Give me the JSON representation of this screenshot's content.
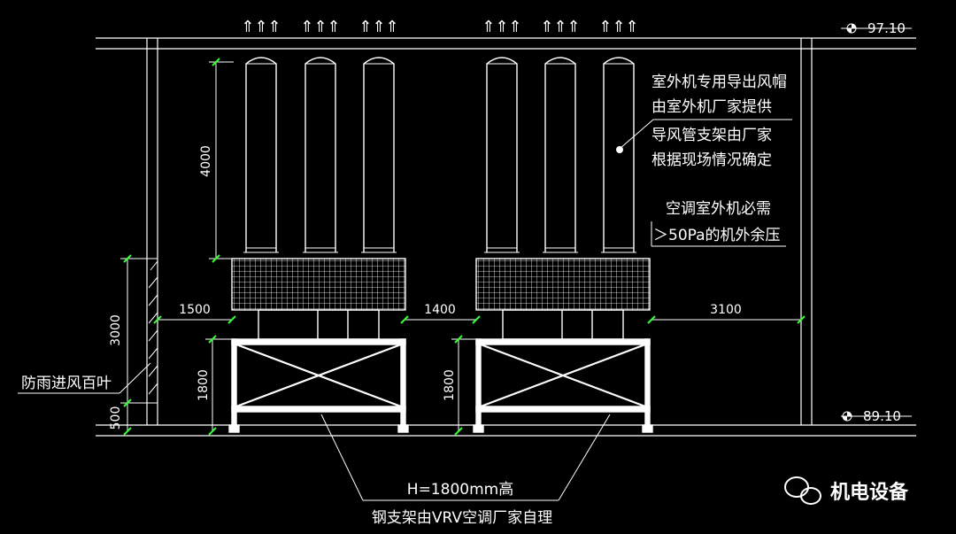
{
  "levels": {
    "top": "97.10",
    "bottom": "89.10"
  },
  "dimensions": {
    "duct_height": "4000",
    "left_clearance": "1500",
    "middle_gap": "1400",
    "right_clearance": "3100",
    "louver_height": "3000",
    "base_height": "500",
    "stand_height_left": "1800",
    "stand_height_right": "1800"
  },
  "notes": {
    "hood_line1": "室外机专用导出风帽",
    "hood_line2": "由室外机厂家提供",
    "support_line1": "导风管支架由厂家",
    "support_line2": "根据现场情况确定",
    "pressure_line1": "空调室外机必需",
    "pressure_line2": "＞50Pa的机外余压",
    "louver": "防雨进风百叶",
    "stand_line1": "H=1800mm高",
    "stand_line2": "钢支架由VRV空调厂家自理"
  },
  "airflow_symbol": "⇑⇑⇑",
  "watermark": "机电设备",
  "colors": {
    "background": "#000000",
    "lines": "#ffffff",
    "dimension_ticks": "#33ff33"
  }
}
